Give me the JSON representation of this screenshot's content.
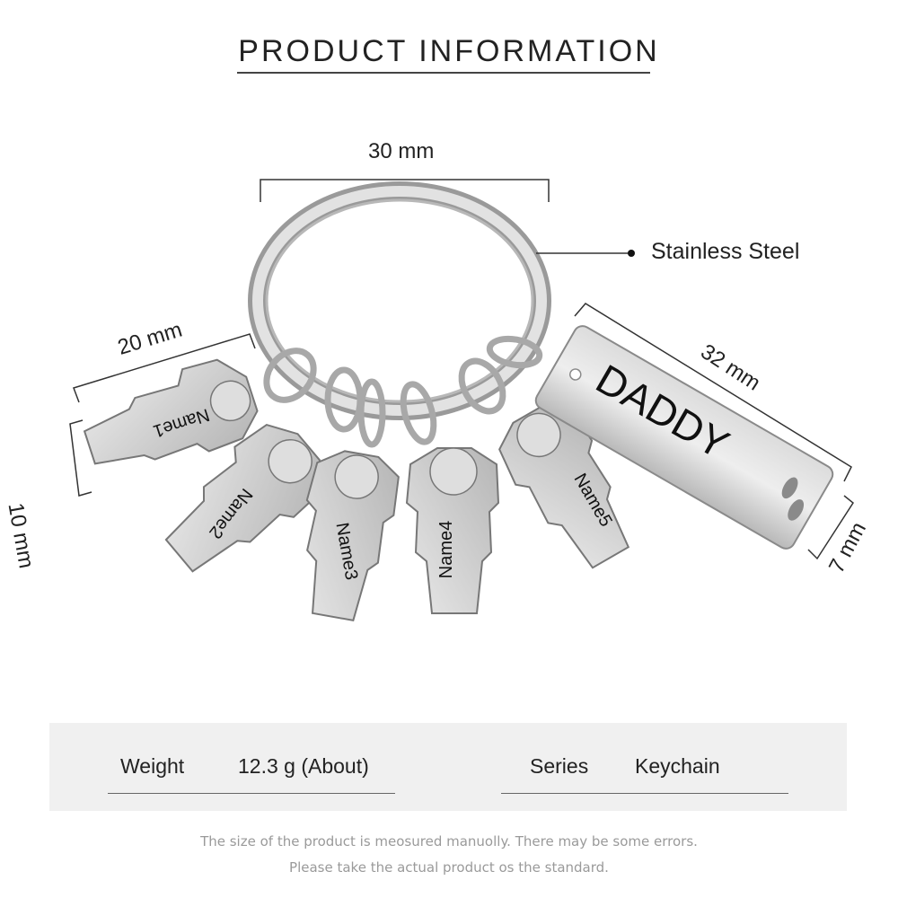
{
  "header": {
    "title": "PRODUCT INFORMATION"
  },
  "dimensions": {
    "ring_width": "30 mm",
    "charm_width": "20 mm",
    "charm_height": "10 mm",
    "bar_length": "32 mm",
    "bar_width": "7 mm"
  },
  "material": {
    "label": "Stainless Steel"
  },
  "product": {
    "bar_text": "DADDY",
    "charms": [
      "Name1",
      "Name2",
      "Name3",
      "Name4",
      "Name5"
    ]
  },
  "specs": {
    "weight_label": "Weight",
    "weight_value": "12.3  g (About)",
    "series_label": "Series",
    "series_value": "Keychain"
  },
  "notes": {
    "line1": "The size of the product is meosured manuolly. There may be some errors.",
    "line2": "Please take the actual product os the standard."
  }
}
